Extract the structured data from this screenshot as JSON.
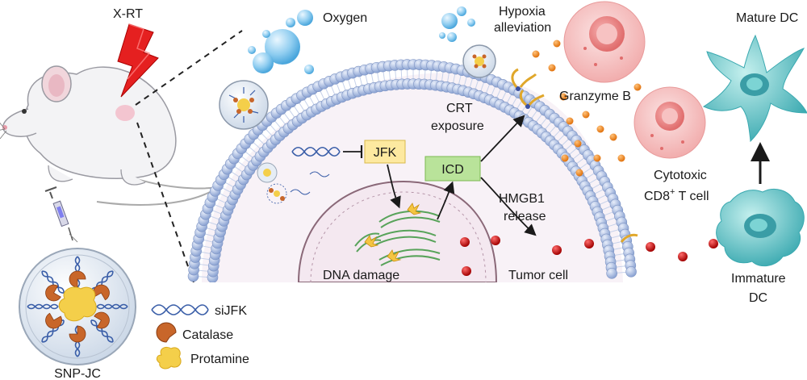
{
  "labels": {
    "xrt": "X-RT",
    "oxygen": "Oxygen",
    "hypoxia_line1": "Hypoxia",
    "hypoxia_line2": "alleviation",
    "granzyme": "Granzyme B",
    "mature_dc": "Mature DC",
    "crt_line1": "CRT",
    "crt_line2": "exposure",
    "jfk": "JFK",
    "icd": "ICD",
    "hmgb1_line1": "HMGB1",
    "hmgb1_line2": "release",
    "dna_damage": "DNA damage",
    "tumor_cell": "Tumor cell",
    "cytotoxic_line1": "Cytotoxic",
    "cytotoxic_line2": "CD8",
    "cytotoxic_sup": "+",
    "cytotoxic_line2_rest": " T cell",
    "immature_line1": "Immature",
    "immature_line2": "DC",
    "snp_jc": "SNP-JC"
  },
  "legend": [
    {
      "name": "siJFK",
      "symbol": "helix-icon"
    },
    {
      "name": "Catalase",
      "symbol": "catalase-icon"
    },
    {
      "name": "Protamine",
      "symbol": "protamine-icon"
    }
  ],
  "colors": {
    "lipid_head": "#9fb4dc",
    "lipid_tail": "#b7c7e6",
    "cell_fill": "#f7f1f6",
    "nucleus_fill": "#f3e6ee",
    "jfk_box": "#fde9a0",
    "icd_box": "#b9e39a",
    "granule": "#f08a1c",
    "hmgb1": "#c40c0c",
    "dc": "#6ec8c8",
    "tcell": "#f7c9c9",
    "oxygen": "#7cc3ec",
    "xrt_bolt": "#e52020",
    "catalase": "#c8662a",
    "protamine": "#f4cf4a",
    "helix": "#3a5ea8"
  }
}
